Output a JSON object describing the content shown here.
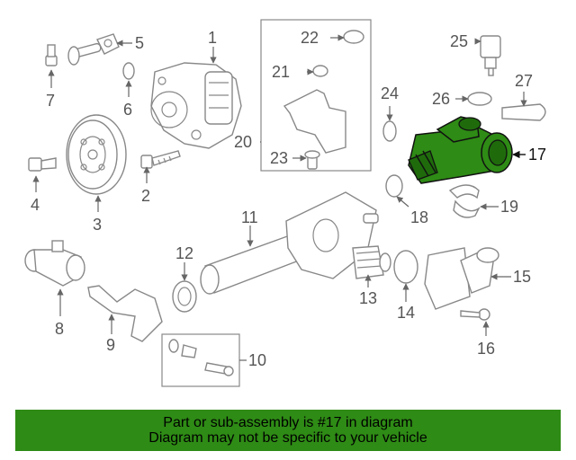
{
  "callouts": {
    "c1": "1",
    "c2": "2",
    "c3": "3",
    "c4": "4",
    "c5": "5",
    "c6": "6",
    "c7": "7",
    "c8": "8",
    "c9": "9",
    "c10": "10",
    "c11": "11",
    "c12": "12",
    "c13": "13",
    "c14": "14",
    "c15": "15",
    "c16": "16",
    "c17": "17",
    "c18": "18",
    "c19": "19",
    "c20": "20",
    "c21": "21",
    "c22": "22",
    "c23": "23",
    "c24": "24",
    "c25": "25",
    "c26": "26",
    "c27": "27"
  },
  "highlight": {
    "callout": "17",
    "color": "#2e8b15"
  },
  "banner": {
    "line1": "Part or sub-assembly is #17 in diagram",
    "line2": "Diagram may not be specific to your vehicle",
    "color": "#2e8b15"
  }
}
